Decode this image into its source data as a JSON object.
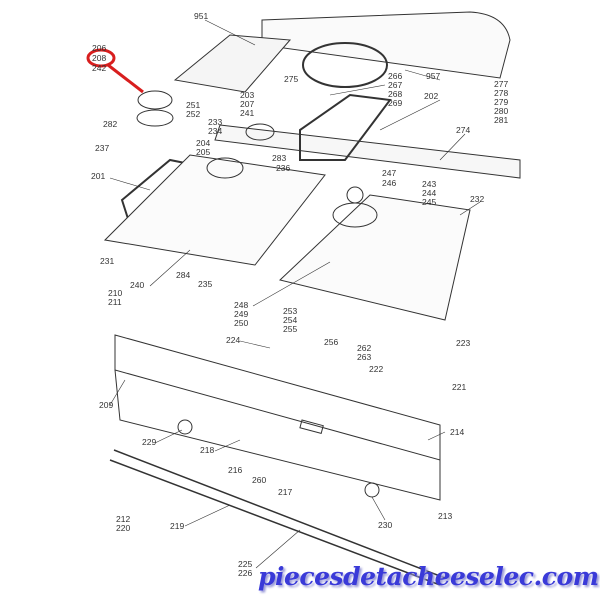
{
  "diagram": {
    "title": "Exploded parts view - cooktop and control panel",
    "highlighted_part": "208",
    "highlight_color": "#d81e1e",
    "watermark": "piecesdetacheeselec.com",
    "labels": {
      "l951": "951",
      "l206": "206",
      "l208": "208",
      "l242": "242",
      "l275": "275",
      "l266": "266",
      "l267": "267",
      "l268": "268",
      "l269": "269",
      "l957": "957",
      "l277": "277",
      "l278": "278",
      "l279": "279",
      "l280": "280",
      "l281": "281",
      "l202": "202",
      "l251": "251",
      "l252": "252",
      "l203": "203",
      "l207": "207",
      "l241": "241",
      "l282": "282",
      "l233": "233",
      "l234": "234",
      "l274": "274",
      "l237": "237",
      "l204": "204",
      "l205": "205",
      "l283": "283",
      "l236": "236",
      "l247": "247",
      "l246": "246",
      "l243": "243",
      "l244": "244",
      "l245": "245",
      "l232": "232",
      "l201": "201",
      "l231": "231",
      "l240": "240",
      "l284": "284",
      "l235": "235",
      "l210": "210",
      "l211": "211",
      "l248": "248",
      "l249": "249",
      "l250": "250",
      "l253": "253",
      "l254": "254",
      "l255": "255",
      "l256": "256",
      "l224": "224",
      "l262": "262",
      "l263": "263",
      "l222": "222",
      "l223": "223",
      "l221": "221",
      "l209": "209",
      "l229": "229",
      "l218": "218",
      "l214": "214",
      "l216": "216",
      "l260": "260",
      "l217": "217",
      "l230": "230",
      "l213": "213",
      "l212": "212",
      "l220": "220",
      "l219": "219",
      "l225": "225",
      "l226": "226"
    }
  }
}
